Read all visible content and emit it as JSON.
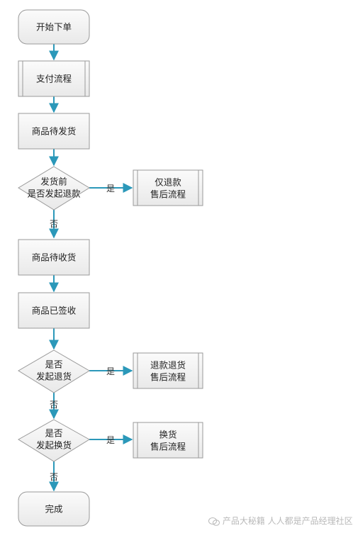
{
  "nodes": {
    "start": "开始下单",
    "pay": "支付流程",
    "pending_ship": "商品待发货",
    "refund_before_ship": [
      "发货前",
      "是否发起退款"
    ],
    "refund_only": [
      "仅退款",
      "售后流程"
    ],
    "pending_receive": "商品待收货",
    "received": "商品已签收",
    "return_refund_q": [
      "是否",
      "发起退货"
    ],
    "return_refund": [
      "退款退货",
      "售后流程"
    ],
    "exchange_q": [
      "是否",
      "发起换货"
    ],
    "exchange": [
      "换货",
      "售后流程"
    ],
    "done": "完成"
  },
  "edge_labels": {
    "yes": "是",
    "no": "否"
  },
  "watermark": {
    "line1": "产品大秘籍",
    "line2": "人人都是产品经理社区"
  },
  "colors": {
    "arrow": "#2b98b9",
    "node_fill": "#f2f2f2",
    "node_border": "#9a9a9a"
  }
}
